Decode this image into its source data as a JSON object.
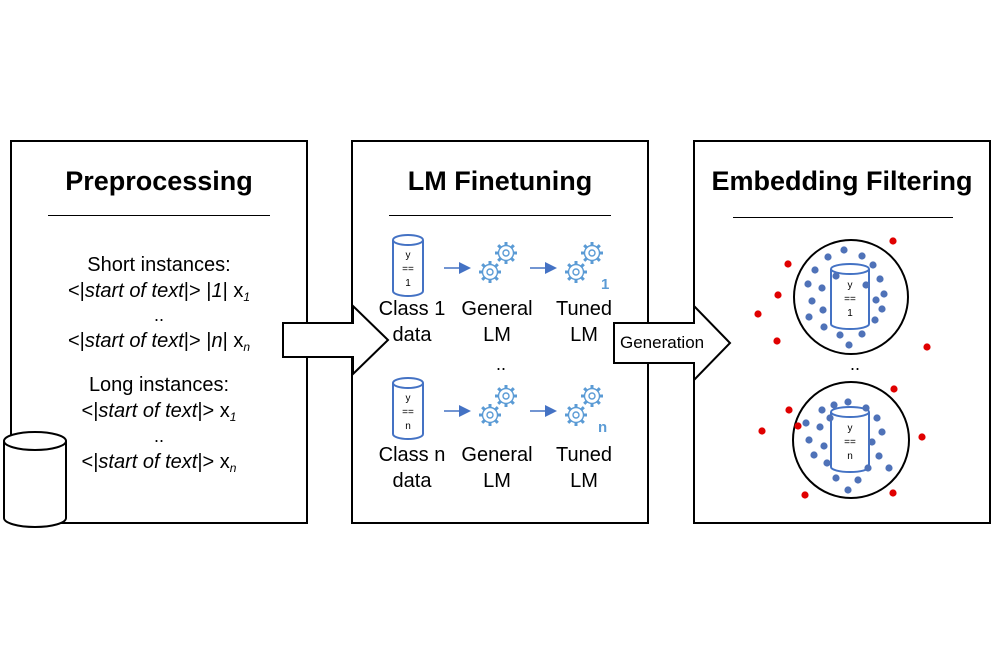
{
  "preprocessing": {
    "title": "Preprocessing",
    "short_heading": "Short instances:",
    "short_line1_prefix": "<|",
    "short_line1_token": "start of text",
    "short_line1_mid": "|> |",
    "short_line1_label": "1",
    "short_line1_end": "| x",
    "short_line1_sub": "1",
    "short_dots": "..",
    "short_line2_prefix": "<|",
    "short_line2_token": "start of text",
    "short_line2_mid": "|> |",
    "short_line2_label": "n",
    "short_line2_end": "| x",
    "short_line2_sub": "n",
    "long_heading": "Long instances:",
    "long_line1_prefix": "<|",
    "long_line1_token": "start of text",
    "long_line1_end": "|> x",
    "long_line1_sub": "1",
    "long_dots": "..",
    "long_line2_prefix": "<|",
    "long_line2_token": "start of text",
    "long_line2_end": "|> x",
    "long_line2_sub": "n"
  },
  "finetuning": {
    "title": "LM Finetuning",
    "row1": {
      "cyl_y": "y",
      "cyl_eq": "==",
      "cyl_val": "1",
      "data_label_1": "Class 1",
      "data_label_2": "data",
      "general_1": "General",
      "general_2": "LM",
      "tuned_1": "Tuned",
      "tuned_2": "LM",
      "tuned_badge": "1"
    },
    "dots": "..",
    "row2": {
      "cyl_y": "y",
      "cyl_eq": "==",
      "cyl_val": "n",
      "data_label_1": "Class n",
      "data_label_2": "data",
      "general_1": "General",
      "general_2": "LM",
      "tuned_1": "Tuned",
      "tuned_2": "LM",
      "tuned_badge": "n"
    }
  },
  "generation_label": "Generation",
  "filtering": {
    "title": "Embedding Filtering",
    "circle1": {
      "cyl_y": "y",
      "cyl_eq": "==",
      "cyl_val": "1"
    },
    "dots": "..",
    "circle2": {
      "cyl_y": "y",
      "cyl_eq": "==",
      "cyl_val": "n"
    }
  },
  "colors": {
    "accent_blue": "#4472c4",
    "dot_blue": "#4f72b8",
    "dot_red": "#e00000",
    "gear_blue": "#5b9bd5"
  }
}
